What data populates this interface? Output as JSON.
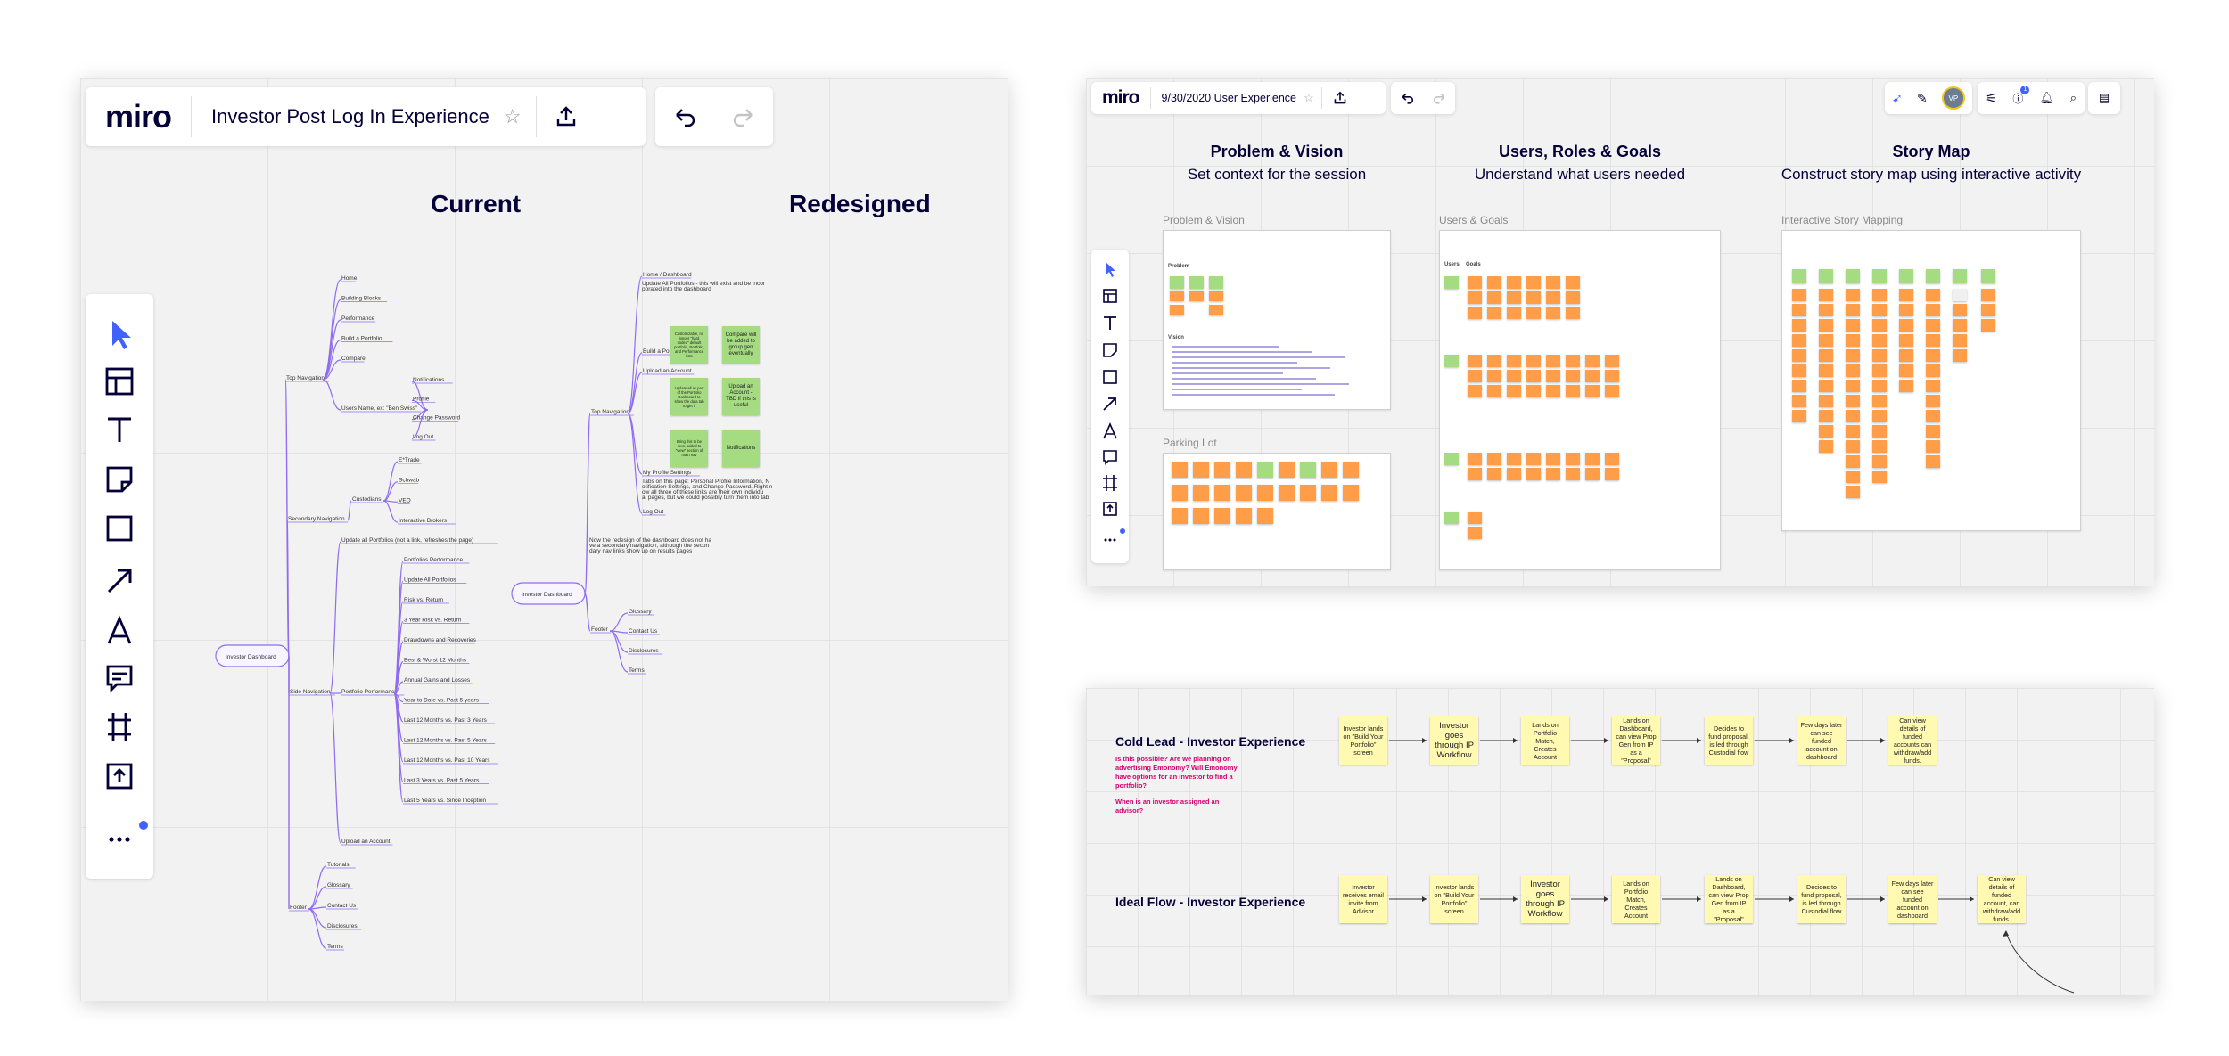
{
  "board1": {
    "logo": "miro",
    "title": "Investor Post Log In Experience",
    "star_icon": "star-icon",
    "share_icon": "upload-icon",
    "undo_icon": "undo-icon",
    "redo_icon": "redo-icon",
    "tools": [
      "cursor-icon",
      "template-icon",
      "text-icon",
      "sticky-note-icon",
      "shape-icon",
      "arrow-icon",
      "pen-icon",
      "comment-icon",
      "frame-icon",
      "upload-icon",
      "more-icon"
    ],
    "current_heading": "Current",
    "redesigned_heading": "Redesigned",
    "current_map": {
      "root": "Investor Dashboard",
      "top_navigation": "Top Navigation",
      "top_items": [
        "Home",
        "Building Blocks",
        "Performance",
        "Build a Portfolio",
        "Compare"
      ],
      "user_name": "Users Name, ex: \"Ben Swiss\"",
      "user_items": [
        "Notifications",
        "Profile",
        "Change Password",
        "Log Out"
      ],
      "secondary_navigation": "Secondary Navigation",
      "custodians": "Custodians",
      "custodian_items": [
        "E*Trade",
        "Schwab",
        "VEO",
        "Interactive Brokers"
      ],
      "side_navigation": "Side Navigation",
      "update_all": "Update all Portfolios (not a link, refreshes the page)",
      "portfolio_performance": "Portfolio Performance",
      "performance_items": [
        "Portfolios Performance",
        "Update All Portfolios",
        "Risk vs. Return",
        "3 Year Risk vs. Return",
        "Drawdowns and Recoveries",
        "Best & Worst 12 Months",
        "Annual Gains and Losses",
        "Year to Date vs. Past 5 years",
        "Last 12 Months vs. Past 3 Years",
        "Last 12 Months vs. Past 5 Years",
        "Last 12 Months vs. Past 10 Years",
        "Last 3 Years vs. Past 5 Years",
        "Last 5 Years vs. Since Inception"
      ],
      "upload_account": "Upload an Account",
      "footer": "Footer",
      "footer_items": [
        "Tutorials",
        "Glossary",
        "Contact Us",
        "Disclosures",
        "Terms"
      ]
    },
    "green_notes": [
      "Customizable, no longer \"hard coded\" default portfolio, Portfolio, and Performance lists",
      "Compare will be added to group gen eventually",
      "Update all as part of the Portfolio Dashboard to show the data tab to get it",
      "Upload an Account - TBD if this is useful",
      "Bring this to be next, added to \"view\" section of main nav",
      "Notifications"
    ],
    "redesigned_map": {
      "root": "Investor Dashboard",
      "top_navigation": "Top Navigation",
      "items": [
        "Home / Dashboard",
        "Build a Portfolio",
        "Upload an Account",
        "My Profile Settings",
        "Log Out"
      ],
      "home_note": "Update All Portfolios - this will exist and be incorporated into the dashboard",
      "profile_note": "Tabs on this page: Personal Profile Information, Notification Settings, and Change Password. Right now all three of these links are their own individual pages, but we could possibly turn them into tabs",
      "footer": "Footer",
      "footer_items": [
        "Glossary",
        "Contact Us",
        "Disclosures",
        "Terms"
      ],
      "footer_note": "Now the redesign of the dashboard does not have a secondary navigation, although the secondary nav links show up on results pages"
    }
  },
  "board2": {
    "logo": "miro",
    "title": "9/30/2020 User Experience",
    "avatar": "VP",
    "notification_count": "1",
    "columns": [
      {
        "title": "Problem & Vision",
        "subtitle": "Set context for the session",
        "frame": "Problem & Vision"
      },
      {
        "title": "Users, Roles & Goals",
        "subtitle": "Understand what users needed",
        "frame": "Users & Goals"
      },
      {
        "title": "Story Map",
        "subtitle": "Construct story map using interactive activity",
        "frame": "Interactive Story Mapping"
      }
    ],
    "parking_lot": "Parking Lot",
    "frame_labels": {
      "problem": "Problem",
      "vision": "Vision",
      "users": "Users",
      "goals": "Goals"
    }
  },
  "board3": {
    "cold_lead_title": "Cold Lead - Investor Experience",
    "cold_note_1": "Is this possible? Are we planning on advertising Emonomy? Will Emonomy have options for an investor to find a portfolio?",
    "cold_note_2": "When is an investor assigned an advisor?",
    "cold_steps": [
      "Investor lands on \"Build Your Portfolio\" screen",
      "Investor goes through IP Workflow",
      "Lands on Portfolio Match, Creates Account",
      "Lands on Dashboard, can view Prop Gen from IP as a \"Proposal\"",
      "Decides to fund proposal, is led through Custodial flow",
      "Few days later can see funded account on dashboard",
      "Can view details of funded accounts can withdraw/add funds."
    ],
    "ideal_title": "Ideal Flow - Investor Experience",
    "ideal_steps": [
      "Investor receives email invite from Advisor",
      "Investor lands on \"Build Your Portfolio\" screen",
      "Investor goes through IP Workflow",
      "Lands on Portfolio Match, Creates Account",
      "Lands on Dashboard, can view Prop Gen from IP as a \"Proposal\"",
      "Decides to fund proposal, is led through Custodial flow",
      "Few days later can see funded account on dashboard",
      "Can view details of funded account, can withdraw/add funds."
    ]
  },
  "colors": {
    "accent": "#4262ff",
    "mindmap_line": "#8f6cf0",
    "sticky_green": "#a6dc81",
    "sticky_orange": "#ff9d48",
    "sticky_yellow": "#fff9b1"
  }
}
